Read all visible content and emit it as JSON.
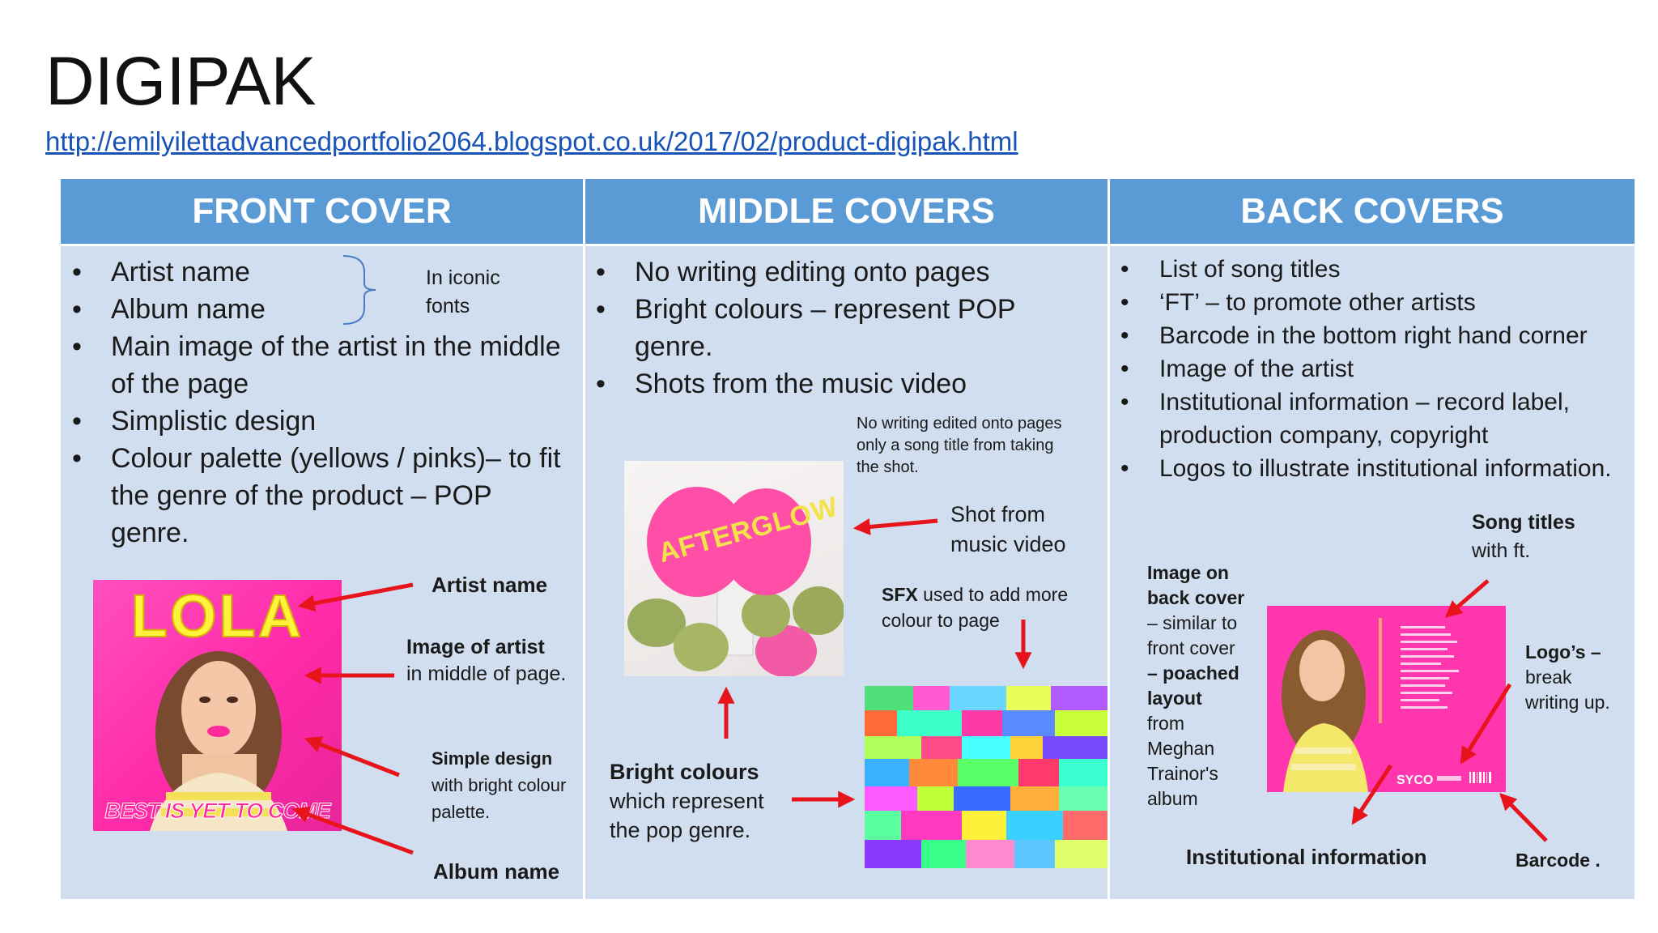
{
  "title": "DIGIPAK",
  "link": "http://emilyilettadvancedportfolio2064.blogspot.co.uk/2017/02/product-digipak.html",
  "front": {
    "header": "FRONT COVER",
    "bullets": [
      "Artist name",
      "Album name",
      "Main image of the artist in the middle of the page",
      "Simplistic design",
      "Colour palette (yellows / pinks)– to fit the genre of the product – POP genre."
    ],
    "brace_note": "In iconic fonts",
    "cover": {
      "artist": "LOLA",
      "album": "BEST IS YET TO COME"
    },
    "labels": {
      "artist_name": "Artist name",
      "image_bold": "Image of artist",
      "image_rest": "in middle of page.",
      "simple_bold": "Simple design",
      "simple_rest": "with bright colour palette.",
      "album_name": "Album name"
    }
  },
  "middle": {
    "header": "MIDDLE COVERS",
    "bullets": [
      "No writing editing onto pages",
      "Bright colours – represent POP genre.",
      "Shots from the music video"
    ],
    "photo_text": "AFTERGLOW",
    "note_small": "No writing edited onto pages only a song title from taking the shot.",
    "note_shot": "Shot from music video",
    "note_sfx_bold": "SFX",
    "note_sfx_rest": "used to add more colour to page",
    "note_bright_bold": "Bright colours",
    "note_bright_rest": "which represent the pop genre."
  },
  "back": {
    "header": "BACK COVERS",
    "bullets": [
      "List of song titles",
      "‘FT’ – to promote other artists",
      "Barcode in the bottom right hand corner",
      "Image of the artist",
      "Institutional information – record label, production company, copyright",
      "Logos to illustrate institutional information."
    ],
    "song_titles_bold": "Song titles",
    "song_titles_rest": "with ft.",
    "image_note": {
      "b1": "Image on back cover",
      "t1": "– similar to front cover",
      "b2": "– poached layout",
      "t2": "from Meghan Trainor's album"
    },
    "logos_bold": "Logo’s –",
    "logos_rest": "break writing up.",
    "institutional": "Institutional information",
    "barcode": "Barcode ."
  },
  "colors": {
    "header": "#5b9bd5",
    "cell": "#d0deef",
    "arrow": "#e8141b",
    "link": "#1a53b8"
  }
}
